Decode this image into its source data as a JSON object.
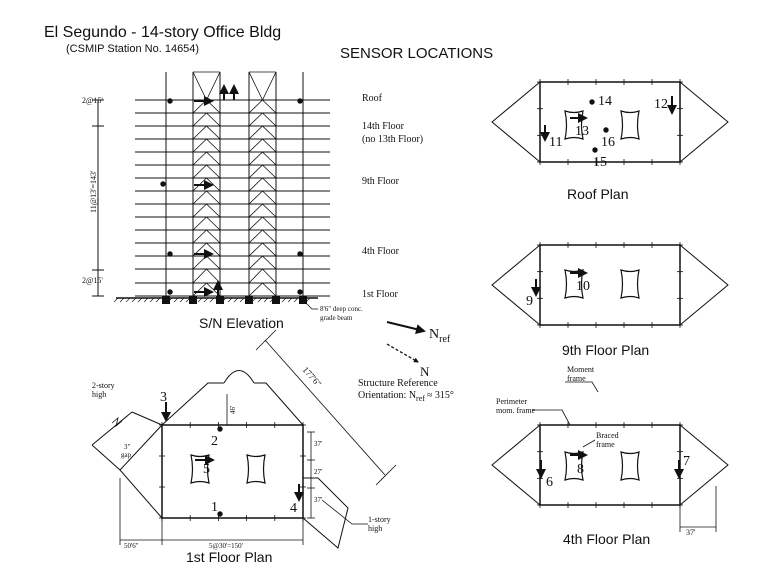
{
  "title": {
    "building": "El Segundo - 14-story Office Bldg",
    "station": "(CSMIP Station No. 14654)",
    "heading": "SENSOR LOCATIONS"
  },
  "elevation": {
    "caption": "S/N Elevation",
    "levels": {
      "roof": "Roof",
      "fourteenth": "14th Floor",
      "no13": "(no 13th Floor)",
      "ninth": "9th Floor",
      "fourth": "4th Floor",
      "first": "1st Floor"
    },
    "dims": {
      "top": "2@15'",
      "middle": "11@13'=143'",
      "bottom": "2@15'"
    },
    "grade_beam_1": "8'6\" deep conc.",
    "grade_beam_2": "grade beam"
  },
  "orientation": {
    "nref": "N",
    "nref_sub": "ref",
    "n": "N",
    "line1": "Structure Reference",
    "line2_pre": "Orientation: N",
    "line2_sub": "ref",
    "line2_post": "≈ 315°"
  },
  "roof_plan": {
    "caption": "Roof Plan",
    "sensors": [
      "11",
      "12",
      "13",
      "14",
      "15",
      "16"
    ]
  },
  "ninth_plan": {
    "caption": "9th Floor Plan",
    "sensors": [
      "9",
      "10"
    ]
  },
  "fourth_plan": {
    "caption": "4th Floor Plan",
    "sensors": [
      "6",
      "7",
      "8"
    ],
    "moment_frame": [
      "Moment",
      "frame"
    ],
    "perimeter": [
      "Perimeter",
      "mom. frame"
    ],
    "braced": [
      "Braced",
      "frame"
    ],
    "dim": "37'"
  },
  "first_plan": {
    "caption": "1st Floor Plan",
    "sensors": [
      "1",
      "2",
      "3",
      "4",
      "5"
    ],
    "two_story": [
      "2-story",
      "high"
    ],
    "one_story": [
      "1-story",
      "high"
    ],
    "gap": [
      "3\"",
      "gap"
    ],
    "dims": {
      "diag": "177'6\"",
      "d46": "46'",
      "d37a": "37'",
      "d27": "27'",
      "d37b": "37'",
      "left": "50'6\"",
      "bottom": "5@30'=150'"
    }
  }
}
